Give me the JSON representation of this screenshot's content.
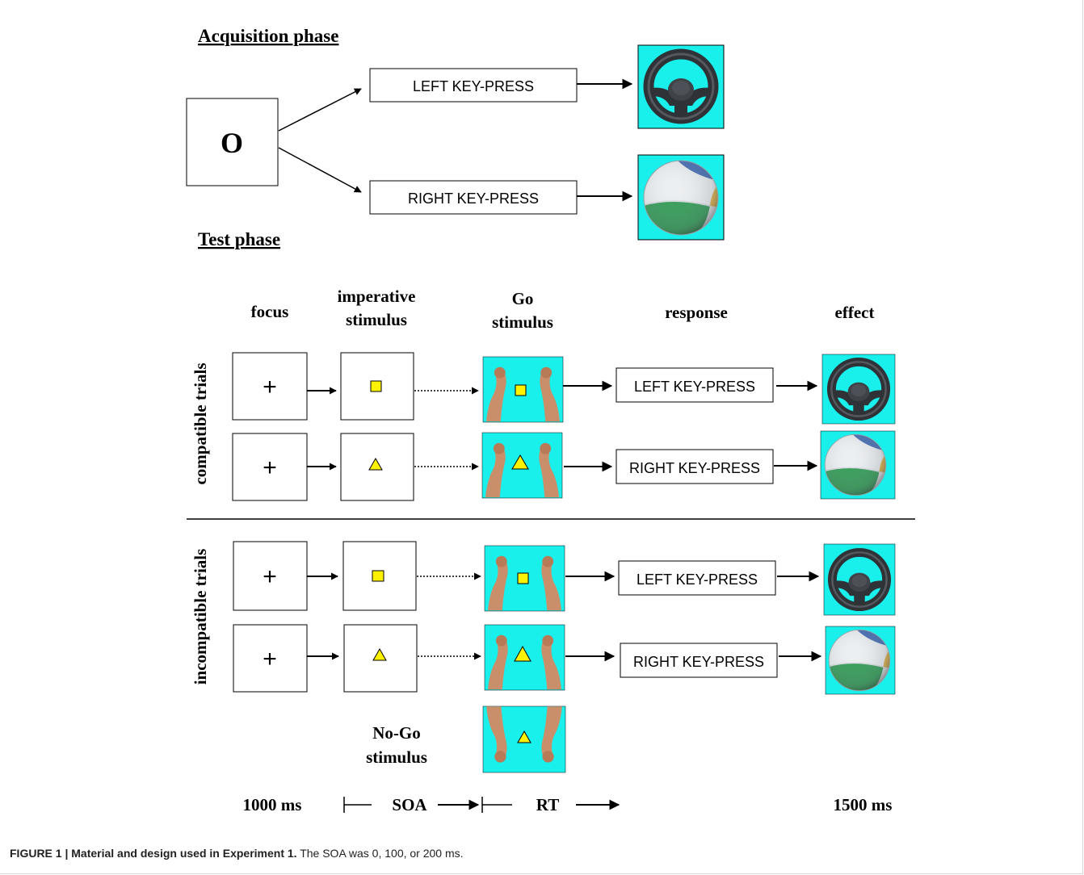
{
  "acquisition": {
    "title": "Acquisition phase",
    "stimulus": "O",
    "left_response": "LEFT KEY-PRESS",
    "right_response": "RIGHT KEY-PRESS",
    "left_effect_icon": "steering-wheel-icon",
    "right_effect_icon": "beach-ball-icon"
  },
  "test": {
    "title": "Test phase",
    "columns": {
      "focus": "focus",
      "imperative_line1": "imperative",
      "imperative_line2": "stimulus",
      "go_line1": "Go",
      "go_line2": "stimulus",
      "response": "response",
      "effect": "effect"
    },
    "compatible_label": "compatible trials",
    "incompatible_label": "incompatible trials",
    "fixation": "+",
    "rows": [
      {
        "shape": "square",
        "response": "LEFT KEY-PRESS",
        "effect_icon": "steering-wheel-icon"
      },
      {
        "shape": "triangle",
        "response": "RIGHT KEY-PRESS",
        "effect_icon": "beach-ball-icon"
      },
      {
        "shape": "square",
        "response": "LEFT KEY-PRESS",
        "effect_icon": "steering-wheel-icon"
      },
      {
        "shape": "triangle",
        "response": "RIGHT KEY-PRESS",
        "effect_icon": "beach-ball-icon"
      }
    ],
    "nogo_line1": "No-Go",
    "nogo_line2": "stimulus",
    "timing": {
      "focus_duration": "1000 ms",
      "soa": "SOA",
      "rt": "RT",
      "effect_duration": "1500 ms"
    }
  },
  "caption": {
    "label": "FIGURE 1 | Material and design used in Experiment 1.",
    "text": " The SOA was 0, 100, or 200 ms."
  },
  "colors": {
    "cyan": "#19F0EC",
    "yellow": "#FFF200",
    "skin": "#C98F6B"
  }
}
